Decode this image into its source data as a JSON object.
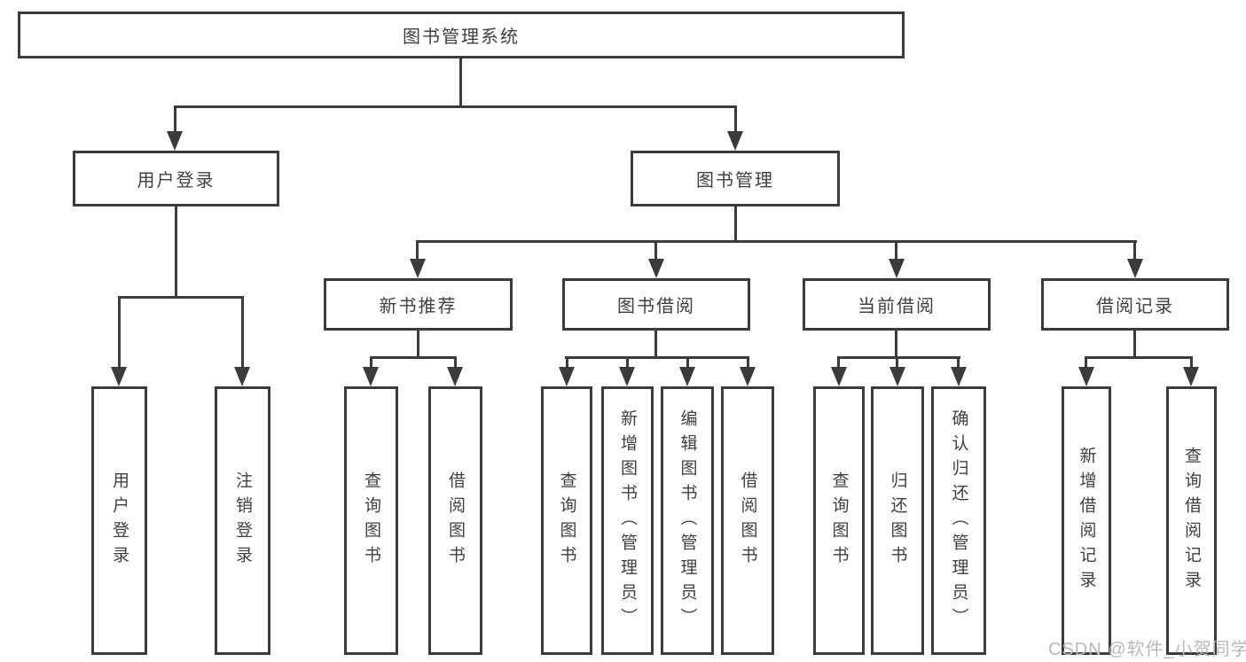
{
  "diagram": {
    "title": "图书管理系统",
    "login": {
      "label": "用户登录",
      "children": [
        {
          "label": "用户登录"
        },
        {
          "label": "注销登录"
        }
      ]
    },
    "management": {
      "label": "图书管理",
      "sections": [
        {
          "label": "新书推荐",
          "children": [
            {
              "label": "查询图书"
            },
            {
              "label": "借阅图书"
            }
          ]
        },
        {
          "label": "图书借阅",
          "children": [
            {
              "label": "查询图书"
            },
            {
              "label": "新增图书（管理员）"
            },
            {
              "label": "编辑图书（管理员）"
            },
            {
              "label": "借阅图书"
            }
          ]
        },
        {
          "label": "当前借阅",
          "children": [
            {
              "label": "查询图书"
            },
            {
              "label": "归还图书"
            },
            {
              "label": "确认归还（管理员）"
            }
          ]
        },
        {
          "label": "借阅记录",
          "children": [
            {
              "label": "新增借阅记录"
            },
            {
              "label": "查询借阅记录"
            }
          ]
        }
      ]
    },
    "watermark": "CSDN @软件_小贺同学"
  },
  "colors": {
    "line": "#3b3b3b",
    "text": "#404040",
    "watermark": "#b9b9b9",
    "background": "#ffffff"
  }
}
